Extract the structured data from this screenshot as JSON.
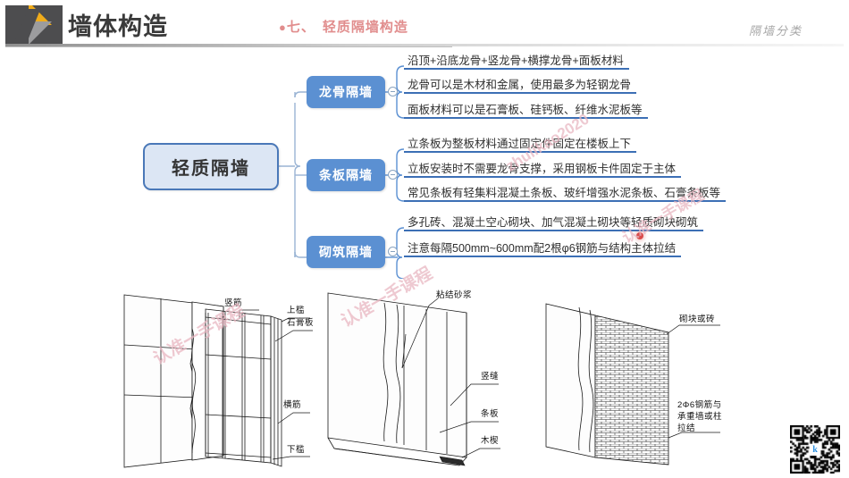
{
  "header": {
    "logo_icon": "k-logo-icon",
    "title": "墙体构造",
    "section_bullet": "●",
    "section_number": "七、",
    "section_title": "轻质隔墙构造",
    "right_label": "隔墙分类",
    "accent_color": "#e18d8d",
    "logo_colors": [
      "#4d4d4f",
      "#f0ac1b",
      "#9c9c9e"
    ]
  },
  "mindmap": {
    "root": {
      "label": "轻质隔墙",
      "fill": "#dce6f4",
      "border": "#4a78b8"
    },
    "branch_fill": "#5b90d2",
    "leaf_underline": "#3c6fb5",
    "toggle_icon": "collapse-circle-icon",
    "branches": [
      {
        "label": "龙骨隔墙",
        "leaves": [
          "沿顶+沿底龙骨+竖龙骨+横撑龙骨+面板材料",
          "龙骨可以是木材和金属，使用最多为轻钢龙骨",
          "面板材料可以是石膏板、硅钙板、纤维水泥板等"
        ]
      },
      {
        "label": "条板隔墙",
        "leaves": [
          "立条板为整板材料通过固定件固定在楼板上下",
          "立板安装时不需要龙骨支撑，采用钢板卡件固定于主体",
          "常见条板有轻集料混凝土条板、玻纤增强水泥条板、石膏条板等"
        ]
      },
      {
        "label": "砌筑隔墙",
        "leaves": [
          "多孔砖、混凝土空心砌块、加气混凝土砌块等轻质砌块砌筑",
          "注意每隔500mm~600mm配2根φ6钢筋与结构主体拉结"
        ]
      }
    ],
    "highlight_dot_color": "#d94b4b"
  },
  "figures": [
    {
      "name": "stud-partition-diagram",
      "labels": [
        "竖筋",
        "上槛",
        "石膏板",
        "横筋",
        "下槛"
      ]
    },
    {
      "name": "panel-partition-diagram",
      "labels": [
        "粘结砂浆",
        "竖缝",
        "条板",
        "木楔"
      ]
    },
    {
      "name": "masonry-partition-diagram",
      "labels": [
        "砌块或砖",
        "2Φ6钢筋与",
        "承重墙或柱",
        "拉结"
      ]
    }
  ],
  "watermarks": {
    "text_a": "zhulikao2020",
    "text_b": "认准一手课程",
    "color": "#e9b7c2"
  },
  "qr": {
    "name": "qr-code",
    "center_letter": "k",
    "center_color": "#2b8fe0"
  }
}
